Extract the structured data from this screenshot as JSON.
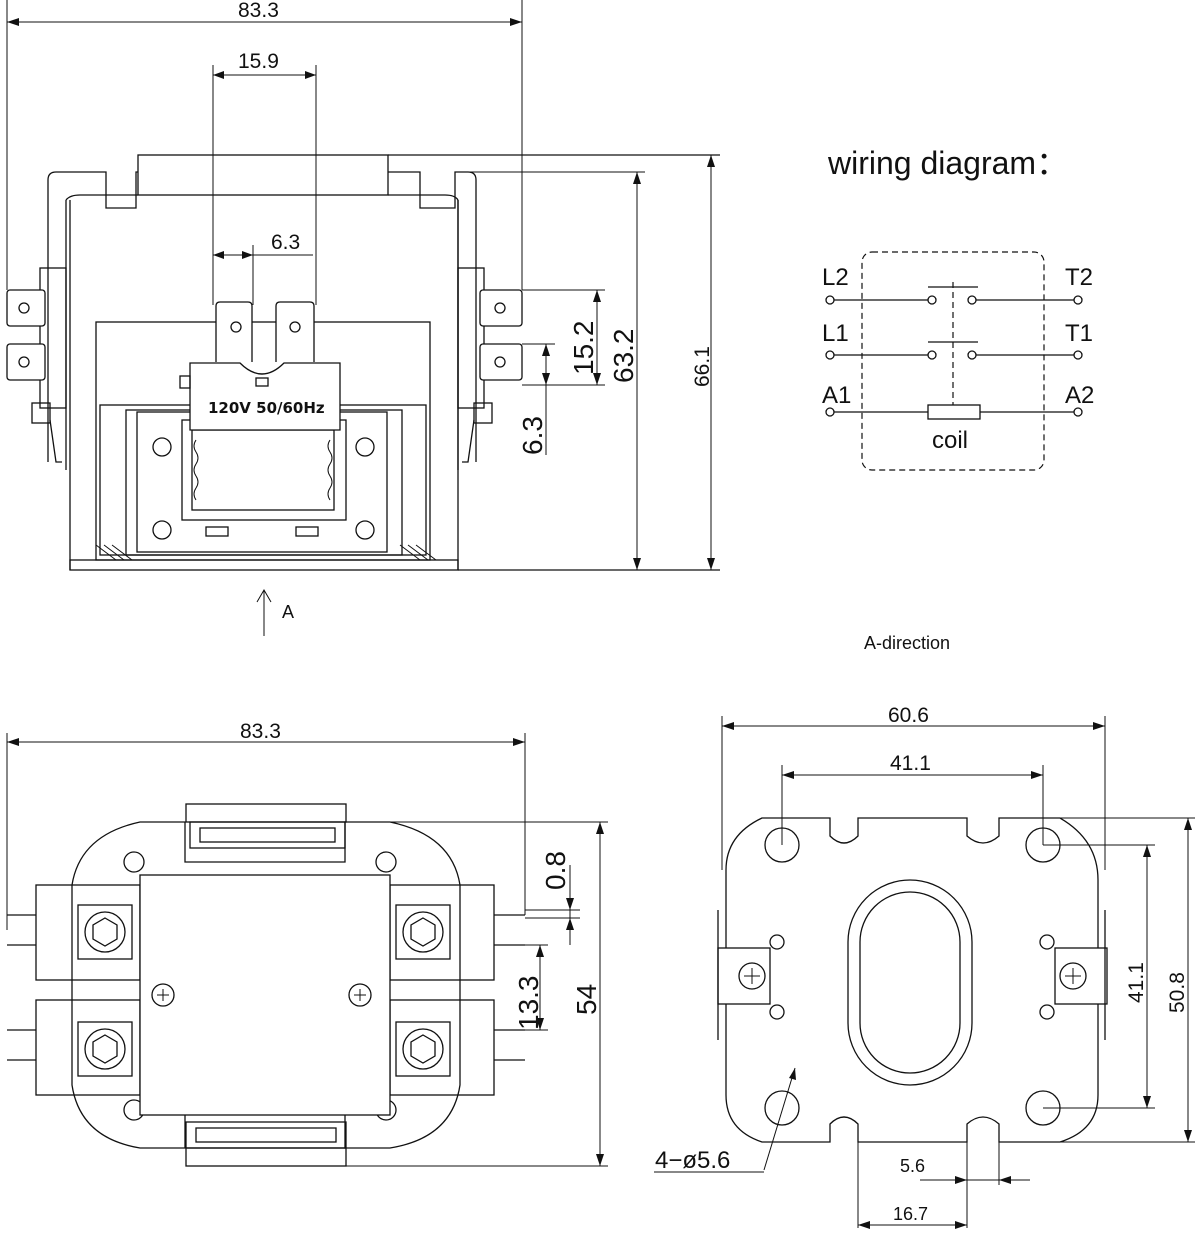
{
  "front_view": {
    "dim_width": "83.3",
    "dim_terminal_block": "15.9",
    "dim_tab_offset": "6.3",
    "dim_terminal_spacing": "15.2",
    "dim_terminal_low": "6.3",
    "dim_body_height": "63.2",
    "dim_total_height": "66.1",
    "nameplate": "120V 50/60Hz",
    "arrow_label": "A"
  },
  "wiring": {
    "title": "wiring diagram：",
    "l2": "L2",
    "t2": "T2",
    "l1": "L1",
    "t1": "T1",
    "a1": "A1",
    "a2": "A2",
    "coil": "coil"
  },
  "top_view": {
    "dim_width": "83.3",
    "dim_gap": "0.8",
    "dim_terminal_pitch": "13.3",
    "dim_depth": "54"
  },
  "base_view": {
    "caption": "A-direction",
    "dim_width": "60.6",
    "dim_hole_span": "41.1",
    "dim_hole_vertical": "41.1",
    "dim_height": "50.8",
    "dim_holes": "4−ø5.6",
    "dim_slot": "5.6",
    "dim_slot_span": "16.7"
  }
}
